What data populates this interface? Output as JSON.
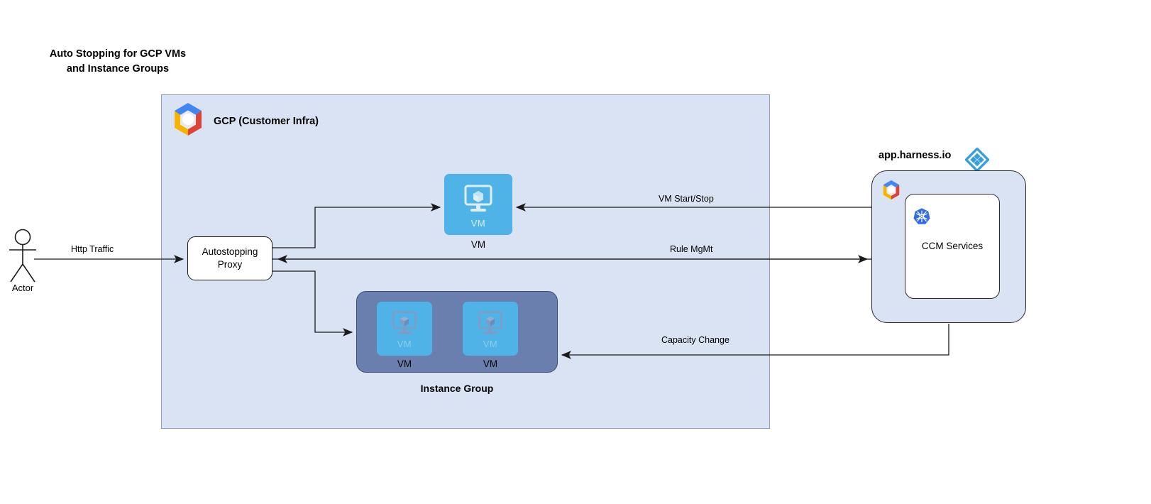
{
  "title": "Auto Stopping for GCP VMs\nand Instance Groups",
  "actor": {
    "label": "Actor",
    "icon": "actor-stick-figure-icon"
  },
  "gcp": {
    "label": "GCP (Customer Infra)",
    "logo_icon": "gcp-logo-icon",
    "fill": "#dae3f3",
    "border": "#8a9ac0"
  },
  "proxy": {
    "label": "Autostopping\nProxy"
  },
  "vm_standalone": {
    "tile_label": "VM",
    "caption": "VM",
    "icon": "vm-monitor-cube-icon",
    "fill": "#4fb3e8"
  },
  "instance_group": {
    "caption": "Instance Group",
    "fill": "#6a7fae",
    "vms": [
      {
        "tile_label": "VM",
        "caption": "VM",
        "icon": "vm-monitor-cube-icon"
      },
      {
        "tile_label": "VM",
        "caption": "VM",
        "icon": "vm-monitor-cube-icon"
      }
    ]
  },
  "harness": {
    "label": "app.harness.io",
    "logo_icon": "harness-diamond-logo-icon",
    "gcp_logo_icon": "gcp-logo-icon",
    "service": {
      "label": "CCM Services",
      "icon": "kubernetes-logo-icon"
    },
    "fill": "#dae3f3"
  },
  "edges": {
    "http_traffic": "Http Traffic",
    "vm_start_stop": "VM Start/Stop",
    "rule_mgmt": "Rule MgMt",
    "capacity_change": "Capacity Change"
  },
  "colors": {
    "vm_blue": "#4fb3e8",
    "group_slate": "#6a7fae",
    "container_blue": "#dae3f3",
    "harness_blue": "#36a0df",
    "k8s_blue": "#326ce5",
    "line": "#1a1a1a"
  }
}
